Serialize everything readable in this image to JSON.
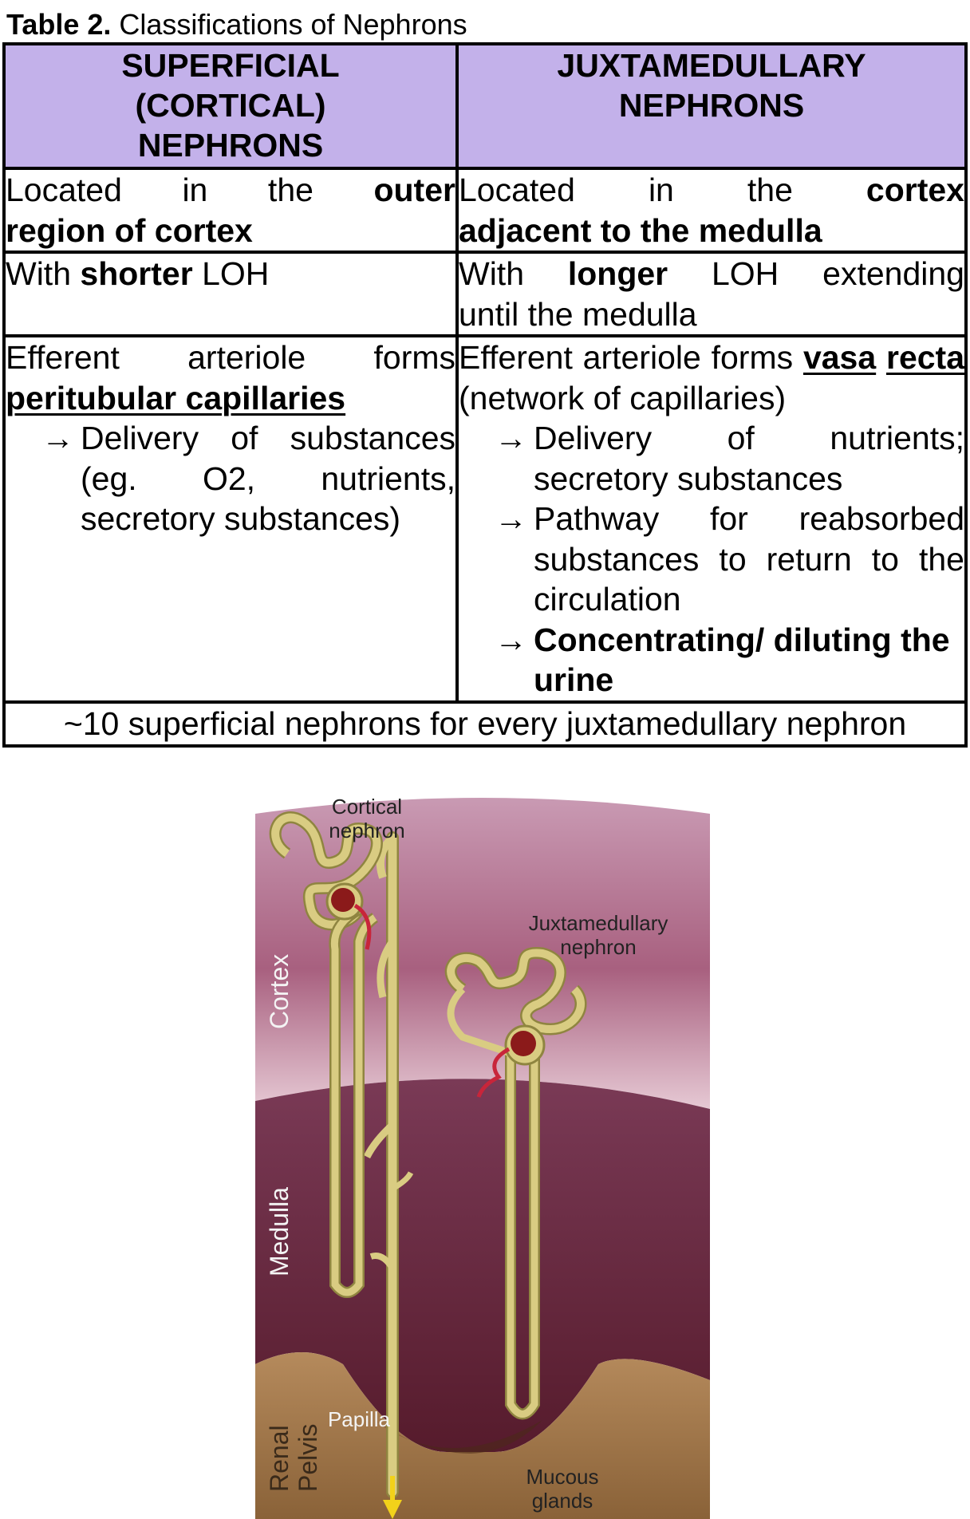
{
  "caption": {
    "label": "Table 2.",
    "title": "Classifications of Nephrons"
  },
  "table": {
    "header_left_lines": [
      "SUPERFICIAL",
      "(CORTICAL)",
      "NEPHRONS"
    ],
    "header_right_lines": [
      "JUXTAMEDULLARY",
      "NEPHRONS"
    ],
    "row1": {
      "left": {
        "w1": "Located",
        "w2": "in",
        "w3": "the",
        "w4": "outer",
        "l2": "region of cortex"
      },
      "right": {
        "w1": "Located",
        "w2": "in",
        "w3": "the",
        "w4": "cortex",
        "l2": "adjacent to the medulla"
      }
    },
    "row2": {
      "left": {
        "pre": "With ",
        "bold": "shorter",
        "post": " LOH"
      },
      "right": {
        "w1": "With",
        "w2": "longer",
        "w3": "LOH",
        "w4": "extending",
        "l2": "until the medulla"
      }
    },
    "row3": {
      "left": {
        "w1": "Efferent",
        "w2": "arteriole",
        "w3": "forms",
        "l2": "peritubular capillaries",
        "bullet_arrow": "→",
        "bullet_text": "Delivery of substances (eg. O2, nutrients, secretory substances)"
      },
      "right": {
        "pre": "Efferent arteriole forms ",
        "ul1": "vasa",
        "ul2": "recta",
        "post": " (network of capillaries)",
        "bullets": [
          {
            "arrow": "→",
            "text": "Delivery of nutrients; secretory substances"
          },
          {
            "arrow": "→",
            "text": "Pathway for reabsorbed substances to return to the circulation"
          },
          {
            "arrow": "→",
            "text": "Concentrating/ diluting the urine"
          }
        ]
      }
    },
    "footer": "~10 superficial nephrons for every juxtamedullary nephron"
  },
  "figure": {
    "labels": {
      "cortical": "Cortical nephron",
      "juxta": "Juxtamedullary nephron",
      "cortex": "Cortex",
      "medulla": "Medulla",
      "renal": "Renal",
      "pelvis": "Pelvis",
      "papilla": "Papilla",
      "mucous": "Mucous glands"
    },
    "colors": {
      "cortex_top": "#b47a95",
      "cortex_mid": "#a85a7a",
      "medulla_top": "#7b3a55",
      "medulla_bottom": "#5a1d2e",
      "pelvis": "#a87b4e",
      "tubule": "#d9cc82",
      "tubule_edge": "#8f8540",
      "glomerulus": "#8b1a1a",
      "vessel": "#c8253a",
      "arrow": "#f2d21a"
    }
  }
}
